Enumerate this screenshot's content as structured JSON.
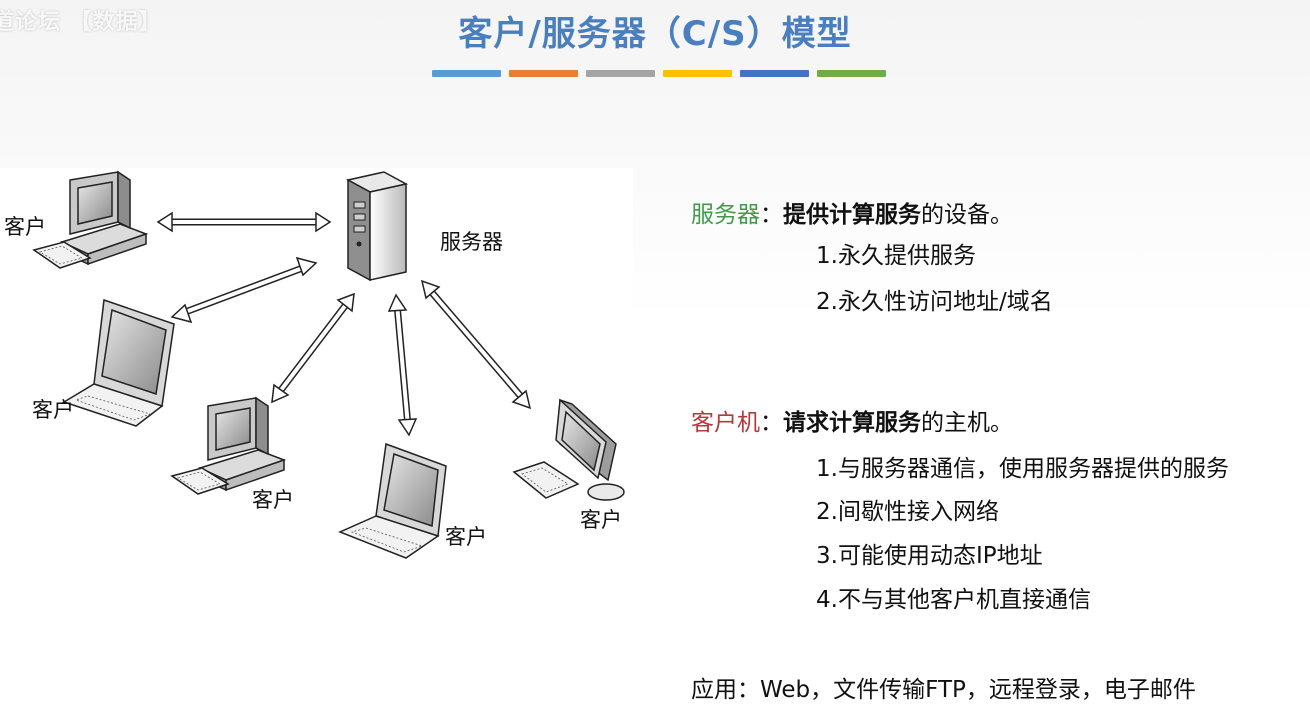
{
  "watermark": "道论坛 【数据】",
  "title": "客户/服务器（C/S）模型",
  "title_bar_colors": [
    "#5b9bd5",
    "#ed7d31",
    "#a5a5a5",
    "#ffc000",
    "#4472c4",
    "#70ad47"
  ],
  "diagram": {
    "server_label": "服务器",
    "client_label": "客户"
  },
  "server_section": {
    "term": "服务器",
    "colon": "：",
    "definition_strong": "提供计算服务",
    "definition_rest": "的设备。",
    "items": [
      "1.永久提供服务",
      "2.永久性访问地址/域名"
    ]
  },
  "client_section": {
    "term": "客户机",
    "colon": "：",
    "definition_strong": "请求计算服务",
    "definition_rest": "的主机。",
    "items": [
      "1.与服务器通信，使用服务器提供的服务",
      "2.间歇性接入网络",
      "3.可能使用动态IP地址",
      "4.不与其他客户机直接通信"
    ]
  },
  "application": "应用：Web，文件传输FTP，远程登录，电子邮件"
}
